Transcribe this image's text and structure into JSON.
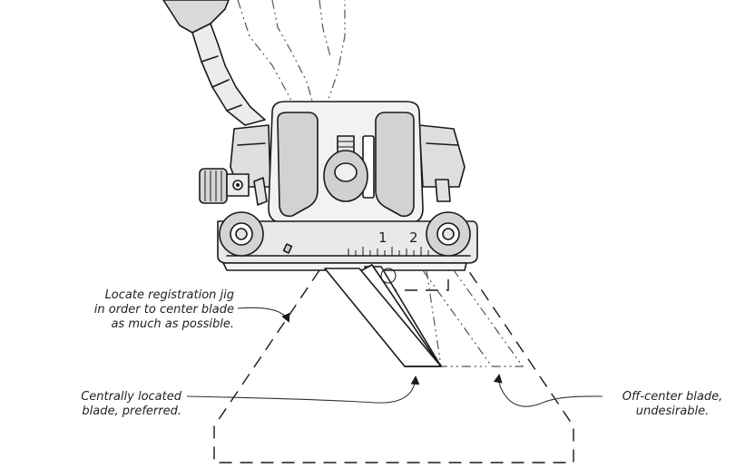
{
  "labels": {
    "locate_line1": "Locate registration jig",
    "locate_line2": "in order to center blade",
    "locate_line3": "as much as possible.",
    "central_line1": "Centrally located",
    "central_line2": "blade, preferred.",
    "offcenter_line1": "Off-center blade,",
    "offcenter_line2": "undesirable."
  },
  "scale": {
    "mark_1": "1",
    "mark_2": "2"
  },
  "colors": {
    "ink": "#1a1a1a",
    "fill_dark": "#d9d9d9",
    "fill_mid": "#e8e8e8",
    "fill_light": "#f4f4f4",
    "background": "#ffffff"
  }
}
